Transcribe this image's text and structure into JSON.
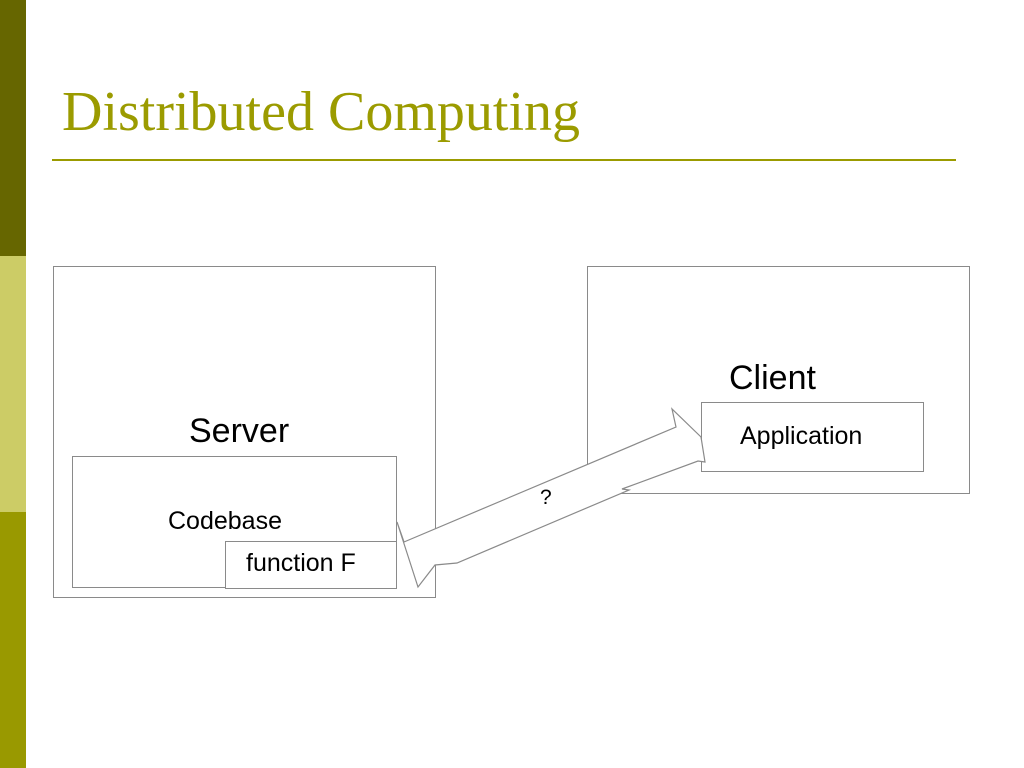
{
  "slide": {
    "title": "Distributed Computing",
    "accent_color": "#9b9b00",
    "stripe_colors": [
      "#666600",
      "#cccc66",
      "#999900"
    ]
  },
  "diagram": {
    "server": {
      "label": "Server"
    },
    "codebase": {
      "label": "Codebase"
    },
    "function": {
      "label": "function F"
    },
    "client": {
      "label": "Client"
    },
    "application": {
      "label": "Application"
    },
    "connection": {
      "label": "?",
      "style": "double-headed block arrow"
    }
  }
}
